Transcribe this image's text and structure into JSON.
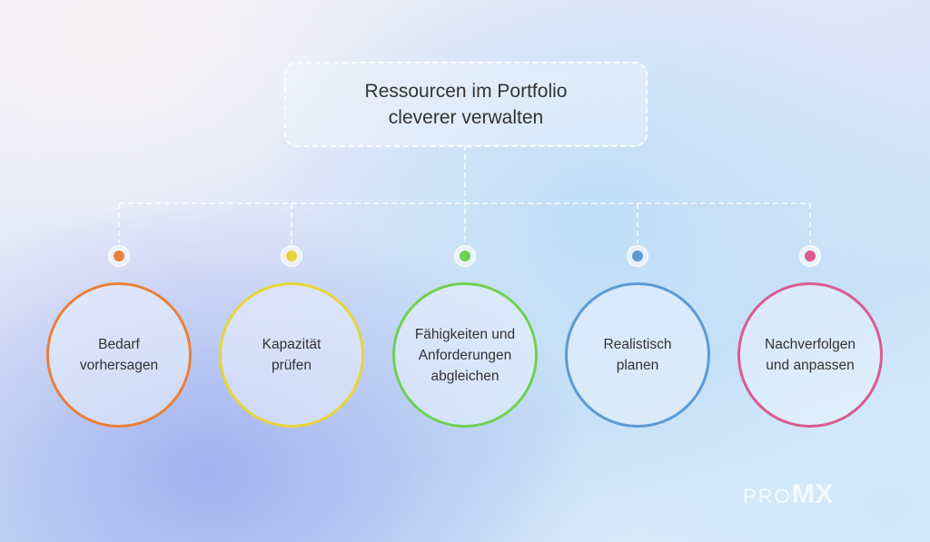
{
  "title": {
    "line1": "Ressourcen im Portfolio",
    "line2": "cleverer verwalten"
  },
  "steps": [
    {
      "line1": "Bedarf",
      "line2": "vorhersagen",
      "line3": "",
      "color": "#e8803a"
    },
    {
      "line1": "Kapazität",
      "line2": "prüfen",
      "line3": "",
      "color": "#e8d43a"
    },
    {
      "line1": "Fähigkeiten und",
      "line2": "Anforderungen",
      "line3": "abgleichen",
      "color": "#6fd152"
    },
    {
      "line1": "Realistisch",
      "line2": "planen",
      "line3": "",
      "color": "#5b9ad8"
    },
    {
      "line1": "Nachverfolgen",
      "line2": "und anpassen",
      "line3": "",
      "color": "#d95c90"
    }
  ],
  "logo": {
    "pro": "PRO",
    "mx": "MX"
  }
}
